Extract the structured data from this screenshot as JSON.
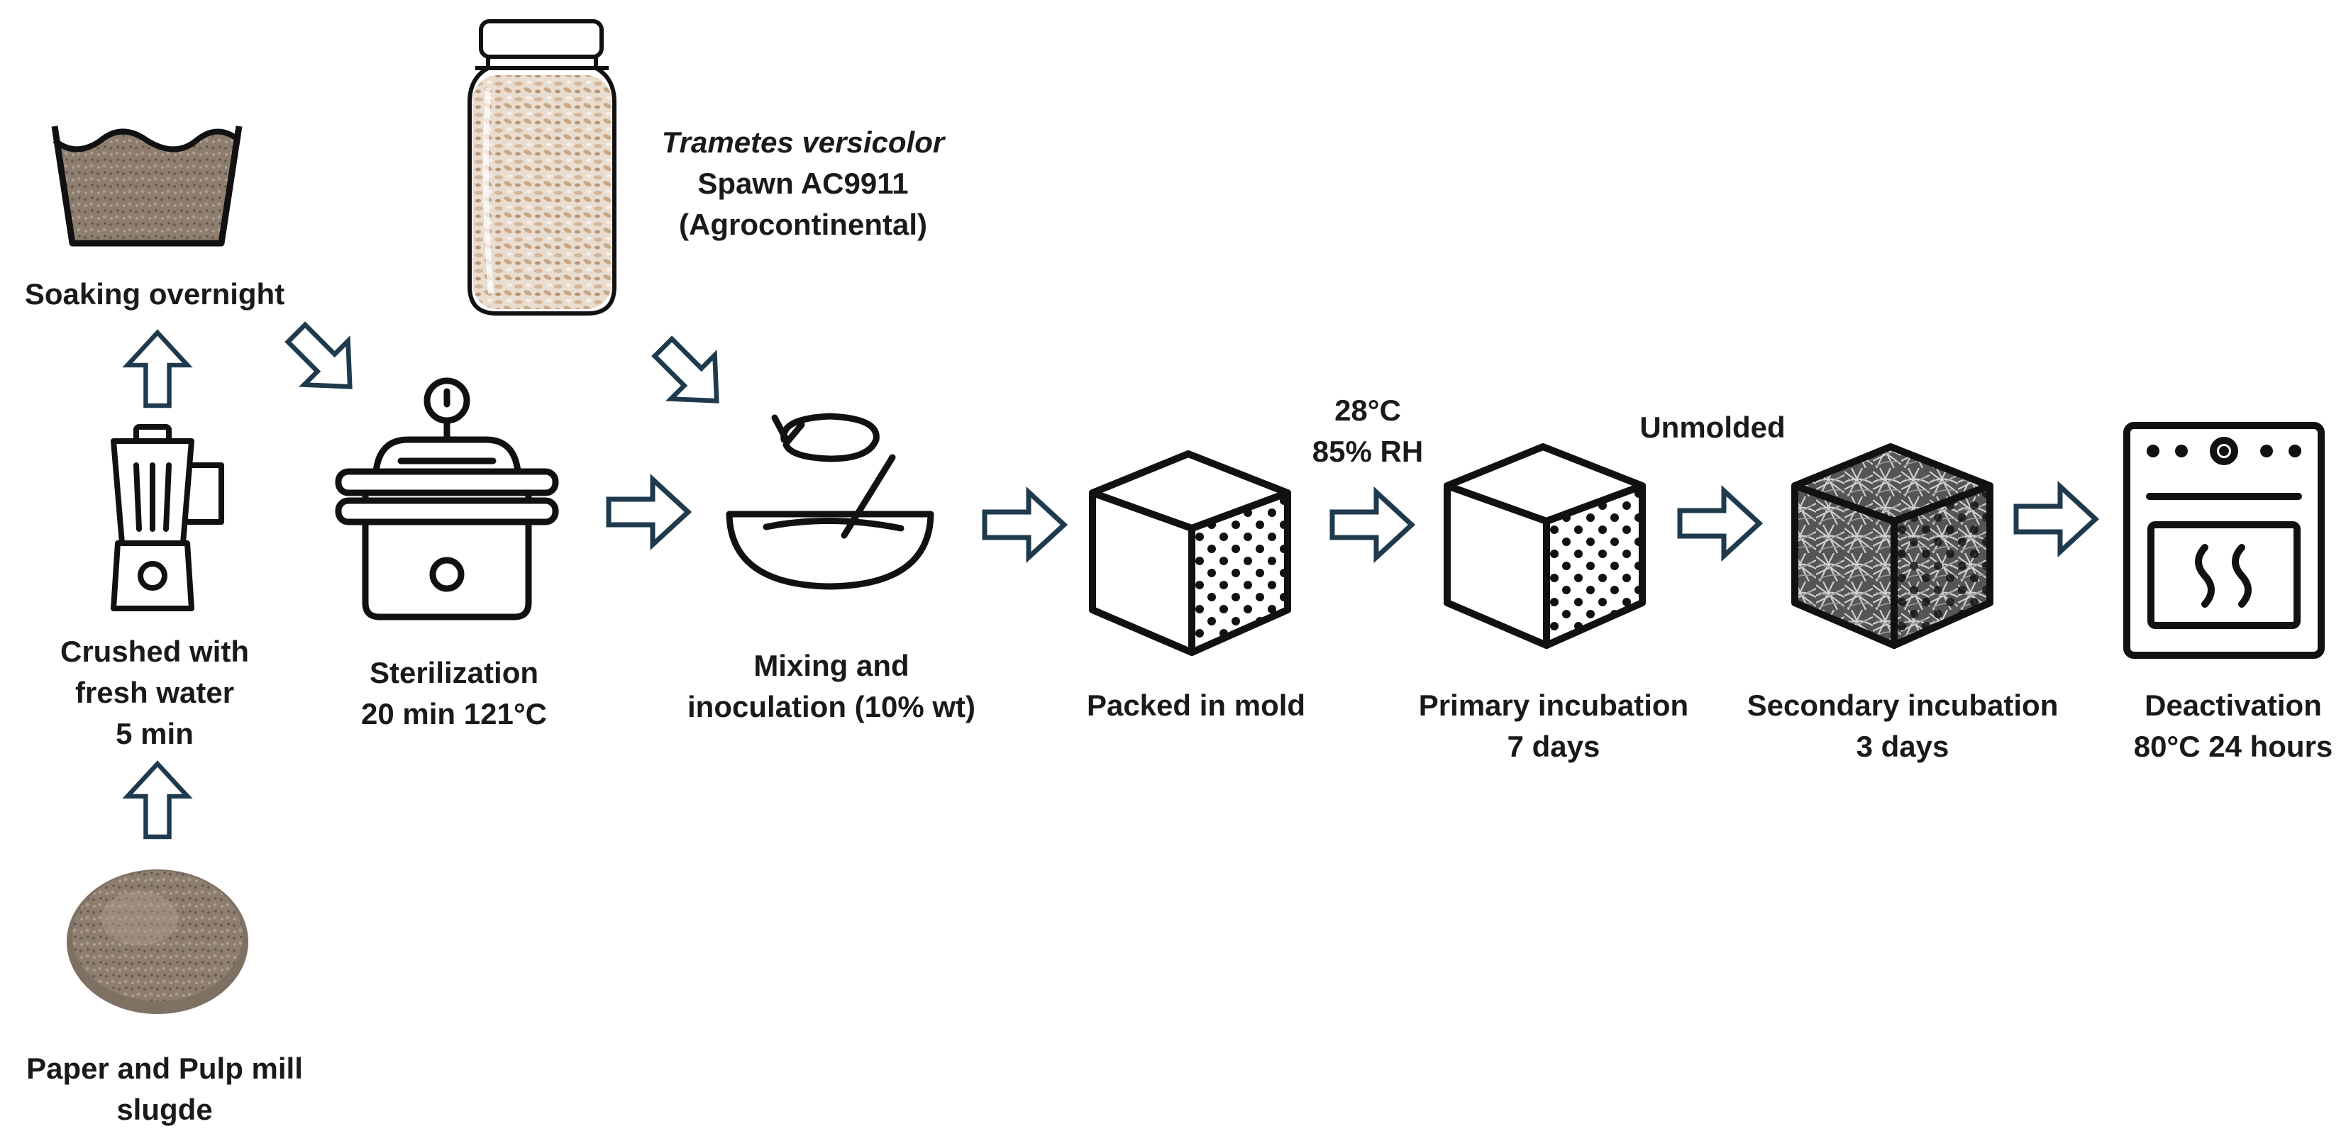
{
  "colors": {
    "arrow_stroke": "#1f3a4d",
    "icon_stroke": "#111111",
    "sludge_fill": "#8a7a6c",
    "background": "#ffffff"
  },
  "icons": {
    "sludge_bowl": "sludge-pile-icon",
    "blender": "blender-icon",
    "soaking_tub": "water-tub-icon",
    "spawn_jar": "spawn-jar-icon",
    "sterilizer": "autoclave-icon",
    "mixing_bowl": "mixing-bowl-icon",
    "mold_cube": "packed-cube-icon",
    "primary_cube": "incubation-cube-icon",
    "secondary_cube": "mycelium-cube-icon",
    "oven": "oven-icon",
    "arrow": "hollow-arrow-icon"
  },
  "labels": {
    "sludge": [
      "Paper and Pulp mill",
      "slugde"
    ],
    "crushed": [
      "Crushed with",
      "fresh water",
      "5 min"
    ],
    "soaking": "Soaking overnight",
    "spawn": {
      "species": "Trametes versicolor",
      "line2": "Spawn AC9911",
      "line3": "(Agrocontinental)"
    },
    "sterilization": [
      "Sterilization",
      "20 min 121°C"
    ],
    "mixing": [
      "Mixing and",
      "inoculation (10% wt)"
    ],
    "packed": "Packed in mold",
    "conditions": [
      "28°C",
      "85% RH"
    ],
    "primary": [
      "Primary incubation",
      "7 days"
    ],
    "unmolded": "Unmolded",
    "secondary": [
      "Secondary incubation",
      "3 days"
    ],
    "deactivation": [
      "Deactivation",
      "80°C 24 hours"
    ]
  }
}
